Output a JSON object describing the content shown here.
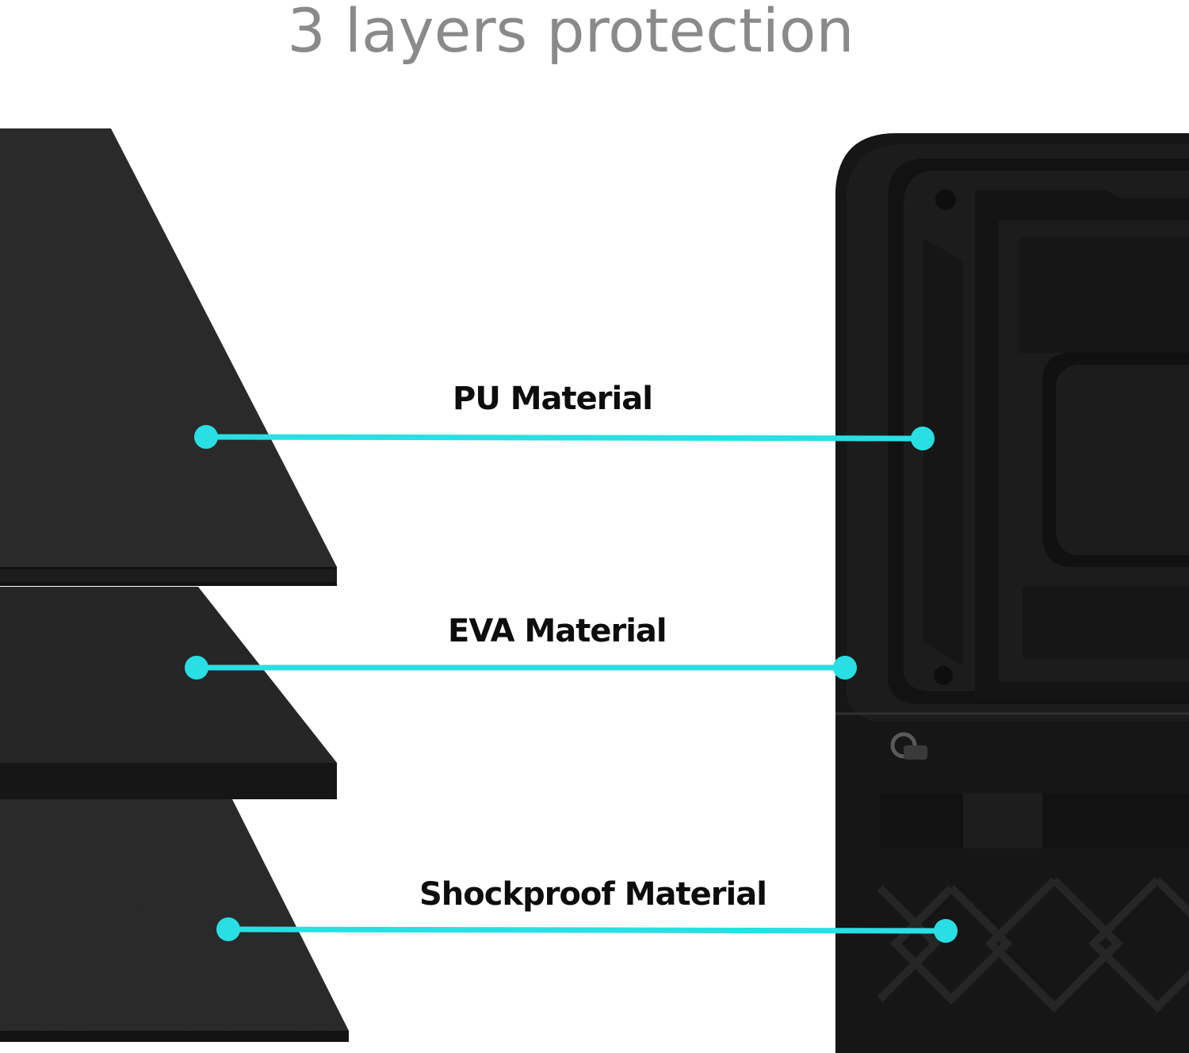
{
  "title": "3 layers protection",
  "layers": [
    {
      "label": "PU Material"
    },
    {
      "label": "EVA Material"
    },
    {
      "label": "Shockproof Material"
    }
  ],
  "colors": {
    "accent": "#29dfe3",
    "title": "#8a8a8a",
    "sheet": "#222222",
    "case": "#1a1a1a"
  }
}
